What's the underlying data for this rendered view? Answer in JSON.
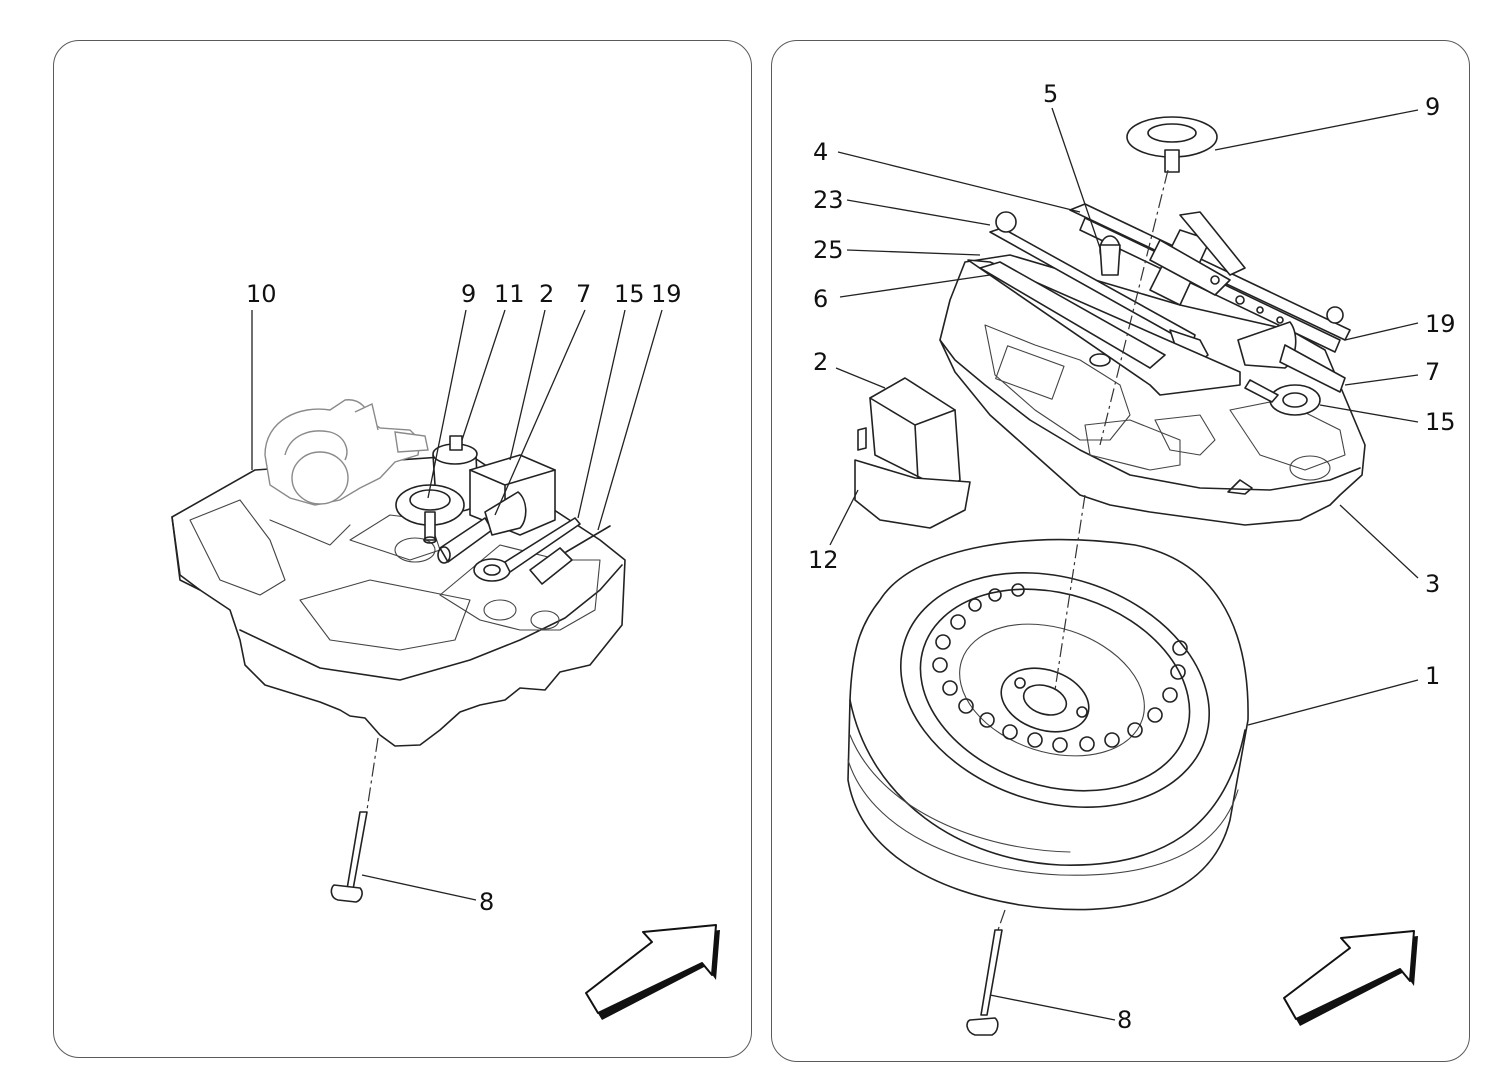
{
  "diagram": {
    "left_panel": {
      "callouts": [
        {
          "id": "10",
          "label": "10"
        },
        {
          "id": "9",
          "label": "9"
        },
        {
          "id": "11",
          "label": "11"
        },
        {
          "id": "2",
          "label": "2"
        },
        {
          "id": "7",
          "label": "7"
        },
        {
          "id": "15",
          "label": "15"
        },
        {
          "id": "19",
          "label": "19"
        },
        {
          "id": "8",
          "label": "8"
        }
      ]
    },
    "right_panel": {
      "callouts": [
        {
          "id": "5",
          "label": "5"
        },
        {
          "id": "9",
          "label": "9"
        },
        {
          "id": "4",
          "label": "4"
        },
        {
          "id": "23",
          "label": "23"
        },
        {
          "id": "25",
          "label": "25"
        },
        {
          "id": "6",
          "label": "6"
        },
        {
          "id": "2",
          "label": "2"
        },
        {
          "id": "19",
          "label": "19"
        },
        {
          "id": "7",
          "label": "7"
        },
        {
          "id": "15",
          "label": "15"
        },
        {
          "id": "3",
          "label": "3"
        },
        {
          "id": "12",
          "label": "12"
        },
        {
          "id": "1",
          "label": "1"
        },
        {
          "id": "8",
          "label": "8"
        }
      ]
    },
    "icons": {
      "direction_arrow": "forward-direction-arrow-icon"
    }
  }
}
